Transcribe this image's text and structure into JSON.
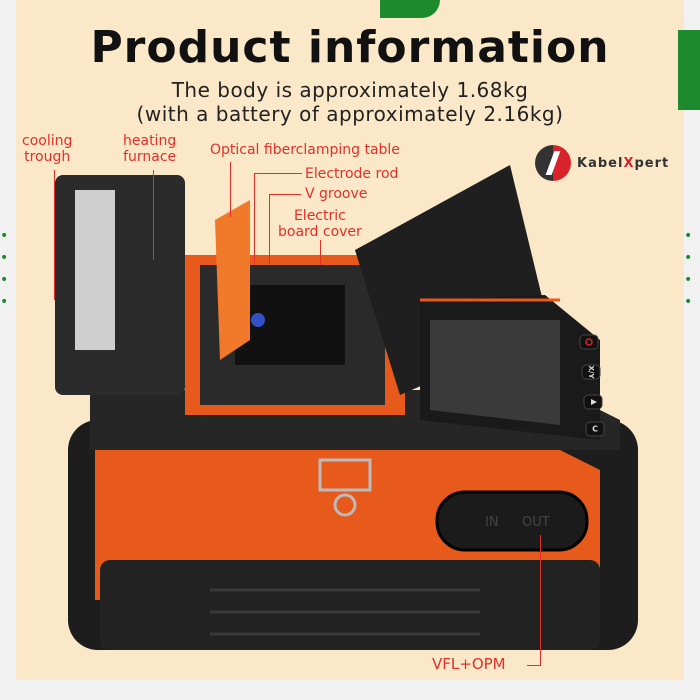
{
  "title": "Product information",
  "subtitle_1": "The body is approximately 1.68kg",
  "subtitle_2": "(with a battery of approximately 2.16kg)",
  "labels": {
    "cooling": "cooling",
    "trough": "trough",
    "heating": "heating",
    "furnace": "furnace",
    "clamp": "Optical fiberclamping table",
    "electrode": "Electrode rod",
    "vgroove": "V groove",
    "board1": "Electric",
    "board2": "board cover",
    "vfl": "VFL+OPM"
  },
  "logo": {
    "brand_a": "Kabel",
    "brand_b": "X",
    "brand_c": "pert"
  },
  "device": {
    "port_in": "IN",
    "port_out": "OUT",
    "buttons": [
      "power",
      "X/Y",
      "play",
      "C"
    ]
  },
  "colors": {
    "accent": "#e0302a",
    "body": "#e8591c",
    "panel": "#fbe8c8",
    "green": "#1e8a2e"
  }
}
